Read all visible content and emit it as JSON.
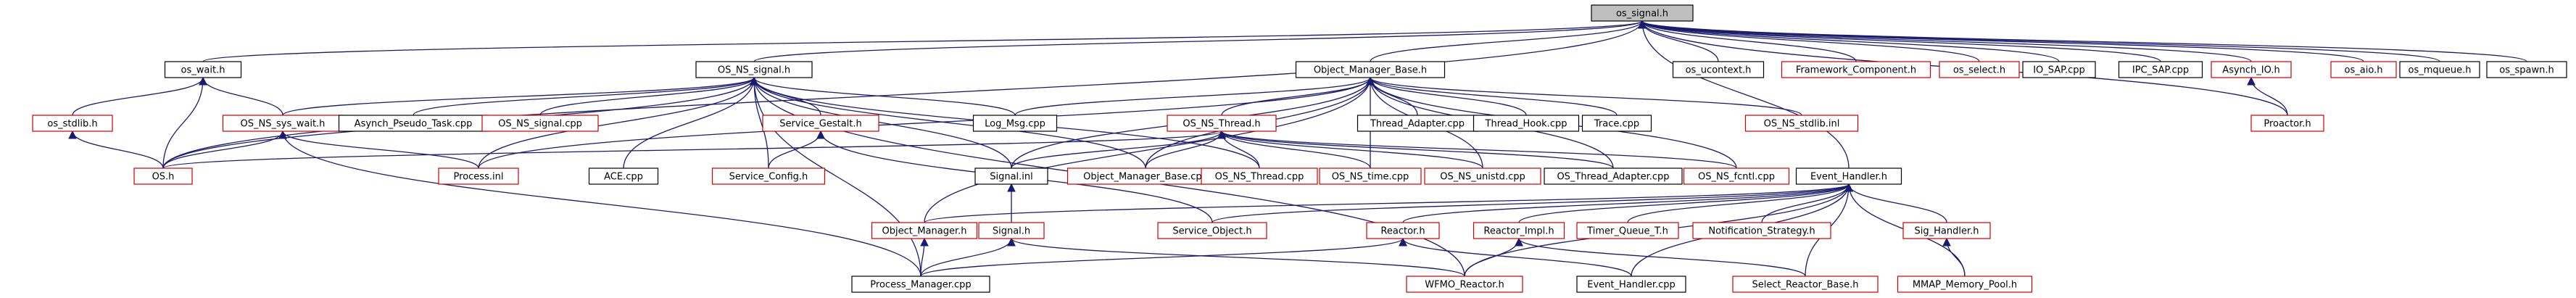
{
  "graph": {
    "title": "",
    "colors": {
      "edge": "#1a1a6e",
      "black_border": "#000000",
      "red_border": "#cc0000",
      "root_fill": "#bfbfbf"
    },
    "nodes": [
      {
        "id": "os_signal_h",
        "label": "os_signal.h",
        "border": "root"
      },
      {
        "id": "os_wait_h",
        "label": "os_wait.h",
        "border": "black"
      },
      {
        "id": "OS_NS_signal_h",
        "label": "OS_NS_signal.h",
        "border": "black"
      },
      {
        "id": "Object_Manager_Base_h",
        "label": "Object_Manager_Base.h",
        "border": "black"
      },
      {
        "id": "os_ucontext_h",
        "label": "os_ucontext.h",
        "border": "black"
      },
      {
        "id": "Framework_Component_h",
        "label": "Framework_Component.h",
        "border": "red"
      },
      {
        "id": "os_select_h",
        "label": "os_select.h",
        "border": "red"
      },
      {
        "id": "IO_SAP_cpp",
        "label": "IO_SAP.cpp",
        "border": "black"
      },
      {
        "id": "IPC_SAP_cpp",
        "label": "IPC_SAP.cpp",
        "border": "black"
      },
      {
        "id": "Asynch_IO_h",
        "label": "Asynch_IO.h",
        "border": "red"
      },
      {
        "id": "os_aio_h",
        "label": "os_aio.h",
        "border": "red"
      },
      {
        "id": "os_mqueue_h",
        "label": "os_mqueue.h",
        "border": "black"
      },
      {
        "id": "os_spawn_h",
        "label": "os_spawn.h",
        "border": "black"
      },
      {
        "id": "os_stdlib_h",
        "label": "os_stdlib.h",
        "border": "red"
      },
      {
        "id": "OS_NS_sys_wait_h",
        "label": "OS_NS_sys_wait.h",
        "border": "red"
      },
      {
        "id": "Asynch_Pseudo_Task_cpp",
        "label": "Asynch_Pseudo_Task.cpp",
        "border": "black"
      },
      {
        "id": "OS_NS_signal_cpp",
        "label": "OS_NS_signal.cpp",
        "border": "red"
      },
      {
        "id": "Service_Gestalt_h",
        "label": "Service_Gestalt.h",
        "border": "red"
      },
      {
        "id": "Log_Msg_cpp",
        "label": "Log_Msg.cpp",
        "border": "black"
      },
      {
        "id": "OS_NS_Thread_h",
        "label": "OS_NS_Thread.h",
        "border": "red"
      },
      {
        "id": "Thread_Adapter_cpp",
        "label": "Thread_Adapter.cpp",
        "border": "black"
      },
      {
        "id": "Thread_Hook_cpp",
        "label": "Thread_Hook.cpp",
        "border": "black"
      },
      {
        "id": "Trace_cpp",
        "label": "Trace.cpp",
        "border": "black"
      },
      {
        "id": "OS_NS_stdlib_inl",
        "label": "OS_NS_stdlib.inl",
        "border": "red"
      },
      {
        "id": "Proactor_h",
        "label": "Proactor.h",
        "border": "red"
      },
      {
        "id": "OS_h",
        "label": "OS.h",
        "border": "red"
      },
      {
        "id": "Process_inl",
        "label": "Process.inl",
        "border": "red"
      },
      {
        "id": "ACE_cpp",
        "label": "ACE.cpp",
        "border": "black"
      },
      {
        "id": "Service_Config_h",
        "label": "Service_Config.h",
        "border": "red"
      },
      {
        "id": "Signal_inl",
        "label": "Signal.inl",
        "border": "black"
      },
      {
        "id": "Object_Manager_Base_cpp",
        "label": "Object_Manager_Base.cpp",
        "border": "red"
      },
      {
        "id": "OS_NS_Thread_cpp",
        "label": "OS_NS_Thread.cpp",
        "border": "red"
      },
      {
        "id": "OS_NS_time_cpp",
        "label": "OS_NS_time.cpp",
        "border": "red"
      },
      {
        "id": "OS_NS_unistd_cpp",
        "label": "OS_NS_unistd.cpp",
        "border": "red"
      },
      {
        "id": "OS_Thread_Adapter_cpp",
        "label": "OS_Thread_Adapter.cpp",
        "border": "black"
      },
      {
        "id": "OS_NS_fcntl_cpp",
        "label": "OS_NS_fcntl.cpp",
        "border": "red"
      },
      {
        "id": "Event_Handler_h",
        "label": "Event_Handler.h",
        "border": "black"
      },
      {
        "id": "Object_Manager_h",
        "label": "Object_Manager.h",
        "border": "red"
      },
      {
        "id": "Service_Object_h",
        "label": "Service_Object.h",
        "border": "red"
      },
      {
        "id": "Reactor_h",
        "label": "Reactor.h",
        "border": "red"
      },
      {
        "id": "Reactor_Impl_h",
        "label": "Reactor_Impl.h",
        "border": "red"
      },
      {
        "id": "Timer_Queue_T_h",
        "label": "Timer_Queue_T.h",
        "border": "red"
      },
      {
        "id": "Notification_Strategy_h",
        "label": "Notification_Strategy.h",
        "border": "red"
      },
      {
        "id": "Sig_Handler_h",
        "label": "Sig_Handler.h",
        "border": "red"
      },
      {
        "id": "Signal_h",
        "label": "Signal.h",
        "border": "red"
      },
      {
        "id": "Process_Manager_cpp",
        "label": "Process_Manager.cpp",
        "border": "black"
      },
      {
        "id": "WFMO_Reactor_h",
        "label": "WFMO_Reactor.h",
        "border": "red"
      },
      {
        "id": "Event_Handler_cpp",
        "label": "Event_Handler.cpp",
        "border": "black"
      },
      {
        "id": "Select_Reactor_Base_h",
        "label": "Select_Reactor_Base.h",
        "border": "red"
      },
      {
        "id": "MMAP_Memory_Pool_h",
        "label": "MMAP_Memory_Pool.h",
        "border": "red"
      }
    ],
    "edges": [
      [
        "os_wait_h",
        "os_signal_h"
      ],
      [
        "OS_NS_signal_h",
        "os_signal_h"
      ],
      [
        "Object_Manager_Base_h",
        "os_signal_h"
      ],
      [
        "os_ucontext_h",
        "os_signal_h"
      ],
      [
        "Framework_Component_h",
        "os_signal_h"
      ],
      [
        "os_select_h",
        "os_signal_h"
      ],
      [
        "IO_SAP_cpp",
        "os_signal_h"
      ],
      [
        "IPC_SAP_cpp",
        "os_signal_h"
      ],
      [
        "Asynch_IO_h",
        "os_signal_h"
      ],
      [
        "os_aio_h",
        "os_signal_h"
      ],
      [
        "os_mqueue_h",
        "os_signal_h"
      ],
      [
        "os_spawn_h",
        "os_signal_h"
      ],
      [
        "Proactor_h",
        "os_signal_h"
      ],
      [
        "OS_h",
        "os_signal_h"
      ],
      [
        "Event_Handler_h",
        "os_signal_h"
      ],
      [
        "Proactor_h",
        "Asynch_IO_h"
      ],
      [
        "os_stdlib_h",
        "os_wait_h"
      ],
      [
        "OS_NS_sys_wait_h",
        "os_wait_h"
      ],
      [
        "OS_h",
        "os_wait_h"
      ],
      [
        "OS_h",
        "os_stdlib_h"
      ],
      [
        "OS_NS_sys_wait_h",
        "OS_NS_signal_h"
      ],
      [
        "Asynch_Pseudo_Task_cpp",
        "OS_NS_signal_h"
      ],
      [
        "OS_NS_signal_cpp",
        "OS_NS_signal_h"
      ],
      [
        "Service_Gestalt_h",
        "OS_NS_signal_h"
      ],
      [
        "Log_Msg_cpp",
        "OS_NS_signal_h"
      ],
      [
        "OS_h",
        "OS_NS_signal_h"
      ],
      [
        "Process_inl",
        "OS_NS_signal_h"
      ],
      [
        "ACE_cpp",
        "OS_NS_signal_h"
      ],
      [
        "Service_Config_h",
        "OS_NS_signal_h"
      ],
      [
        "Signal_inl",
        "OS_NS_signal_h"
      ],
      [
        "Process_Manager_cpp",
        "OS_NS_signal_h"
      ],
      [
        "Object_Manager_Base_cpp",
        "OS_NS_signal_h"
      ],
      [
        "OS_NS_Thread_cpp",
        "OS_NS_signal_h"
      ],
      [
        "WFMO_Reactor_h",
        "OS_NS_signal_h"
      ],
      [
        "OS_h",
        "OS_NS_sys_wait_h"
      ],
      [
        "Process_inl",
        "OS_NS_sys_wait_h"
      ],
      [
        "Process_Manager_cpp",
        "OS_NS_sys_wait_h"
      ],
      [
        "Service_Config_h",
        "Service_Gestalt_h"
      ],
      [
        "Service_Object_h",
        "Service_Gestalt_h"
      ],
      [
        "OS_NS_Thread_h",
        "Object_Manager_Base_h"
      ],
      [
        "Thread_Adapter_cpp",
        "Object_Manager_Base_h"
      ],
      [
        "Thread_Hook_cpp",
        "Object_Manager_Base_h"
      ],
      [
        "Trace_cpp",
        "Object_Manager_Base_h"
      ],
      [
        "OS_NS_stdlib_inl",
        "Object_Manager_Base_h"
      ],
      [
        "Log_Msg_cpp",
        "Object_Manager_Base_h"
      ],
      [
        "Signal_inl",
        "Object_Manager_Base_h"
      ],
      [
        "Object_Manager_Base_cpp",
        "Object_Manager_Base_h"
      ],
      [
        "OS_NS_time_cpp",
        "Object_Manager_Base_h"
      ],
      [
        "OS_NS_unistd_cpp",
        "Object_Manager_Base_h"
      ],
      [
        "OS_Thread_Adapter_cpp",
        "Object_Manager_Base_h"
      ],
      [
        "OS_NS_fcntl_cpp",
        "Object_Manager_Base_h"
      ],
      [
        "Object_Manager_h",
        "Object_Manager_Base_h"
      ],
      [
        "Process_inl",
        "Object_Manager_Base_h"
      ],
      [
        "OS_h",
        "OS_NS_Thread_h"
      ],
      [
        "Signal_inl",
        "OS_NS_Thread_h"
      ],
      [
        "Object_Manager_Base_cpp",
        "OS_NS_Thread_h"
      ],
      [
        "OS_NS_Thread_cpp",
        "OS_NS_Thread_h"
      ],
      [
        "OS_NS_time_cpp",
        "OS_NS_Thread_h"
      ],
      [
        "OS_NS_unistd_cpp",
        "OS_NS_Thread_h"
      ],
      [
        "OS_Thread_Adapter_cpp",
        "OS_NS_Thread_h"
      ],
      [
        "OS_NS_fcntl_cpp",
        "OS_NS_Thread_h"
      ],
      [
        "Signal_h",
        "Signal_inl"
      ],
      [
        "Process_Manager_cpp",
        "Object_Manager_h"
      ],
      [
        "Object_Manager_h",
        "Event_Handler_h"
      ],
      [
        "Service_Object_h",
        "Event_Handler_h"
      ],
      [
        "Reactor_h",
        "Event_Handler_h"
      ],
      [
        "Reactor_Impl_h",
        "Event_Handler_h"
      ],
      [
        "Timer_Queue_T_h",
        "Event_Handler_h"
      ],
      [
        "Notification_Strategy_h",
        "Event_Handler_h"
      ],
      [
        "Sig_Handler_h",
        "Event_Handler_h"
      ],
      [
        "MMAP_Memory_Pool_h",
        "Event_Handler_h"
      ],
      [
        "Event_Handler_cpp",
        "Event_Handler_h"
      ],
      [
        "Select_Reactor_Base_h",
        "Event_Handler_h"
      ],
      [
        "WFMO_Reactor_h",
        "Event_Handler_h"
      ],
      [
        "Process_Manager_cpp",
        "Signal_h"
      ],
      [
        "WFMO_Reactor_h",
        "Signal_h"
      ],
      [
        "Process_Manager_cpp",
        "Reactor_h"
      ],
      [
        "Event_Handler_cpp",
        "Reactor_h"
      ],
      [
        "WFMO_Reactor_h",
        "Reactor_Impl_h"
      ],
      [
        "Select_Reactor_Base_h",
        "Reactor_Impl_h"
      ],
      [
        "MMAP_Memory_Pool_h",
        "Sig_Handler_h"
      ]
    ]
  }
}
